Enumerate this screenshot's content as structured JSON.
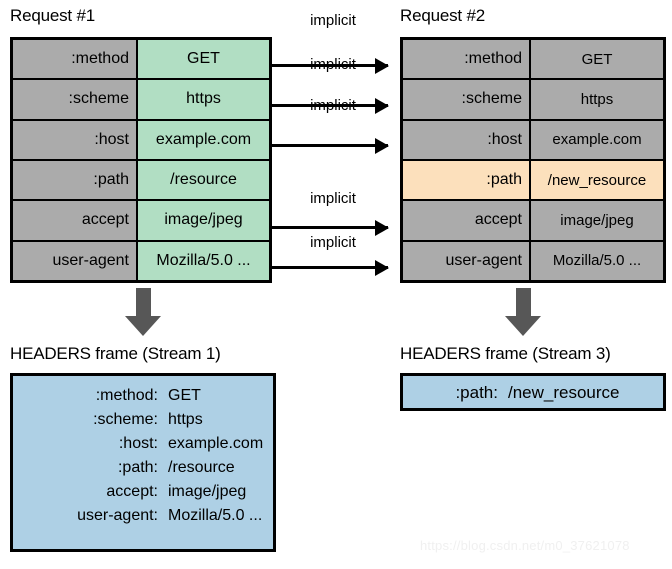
{
  "diagram": {
    "title": "HTTP/2 HPACK header compression across two requests",
    "colors": {
      "header_cell_gray": "#ababab",
      "value_cell_green": "#b1dec3",
      "highlight_orange": "#fce0bc",
      "frame_blue": "#aed0e5",
      "arrow_gray": "#575757",
      "border_black": "#000000",
      "watermark_gray": "#f0f0f0"
    }
  },
  "request1": {
    "caption": "Request #1",
    "rows": [
      {
        "name": ":method",
        "value": "GET",
        "highlighted": false
      },
      {
        "name": ":scheme",
        "value": "https",
        "highlighted": false
      },
      {
        "name": ":host",
        "value": "example.com",
        "highlighted": false
      },
      {
        "name": ":path",
        "value": "/resource",
        "highlighted": false
      },
      {
        "name": "accept",
        "value": "image/jpeg",
        "highlighted": false
      },
      {
        "name": "user-agent",
        "value": "Mozilla/5.0 ...",
        "highlighted": false
      }
    ]
  },
  "request2": {
    "caption": "Request #2",
    "rows": [
      {
        "name": ":method",
        "value": "GET",
        "highlighted": false
      },
      {
        "name": ":scheme",
        "value": "https",
        "highlighted": false
      },
      {
        "name": ":host",
        "value": "example.com",
        "highlighted": false
      },
      {
        "name": ":path",
        "value": "/new_resource",
        "highlighted": true
      },
      {
        "name": "accept",
        "value": "image/jpeg",
        "highlighted": false
      },
      {
        "name": "user-agent",
        "value": "Mozilla/5.0 ...",
        "highlighted": false
      }
    ]
  },
  "connectors": {
    "labels": [
      "implicit",
      "implicit",
      "implicit",
      "implicit",
      "implicit"
    ],
    "for_rows": [
      ":method",
      ":scheme",
      ":host",
      "accept",
      "user-agent"
    ]
  },
  "frame1": {
    "caption": "HEADERS frame (Stream 1)",
    "lines": [
      {
        "key": ":method:",
        "value": "GET"
      },
      {
        "key": ":scheme:",
        "value": "https"
      },
      {
        "key": ":host:",
        "value": "example.com"
      },
      {
        "key": ":path:",
        "value": "/resource"
      },
      {
        "key": "accept:",
        "value": "image/jpeg"
      },
      {
        "key": "user-agent:",
        "value": "Mozilla/5.0 ..."
      }
    ]
  },
  "frame2": {
    "caption": "HEADERS frame (Stream 3)",
    "lines": [
      {
        "key": ":path:",
        "value": "/new_resource"
      }
    ]
  },
  "watermark": {
    "text": "https://blog.csdn.net/m0_37621078"
  }
}
